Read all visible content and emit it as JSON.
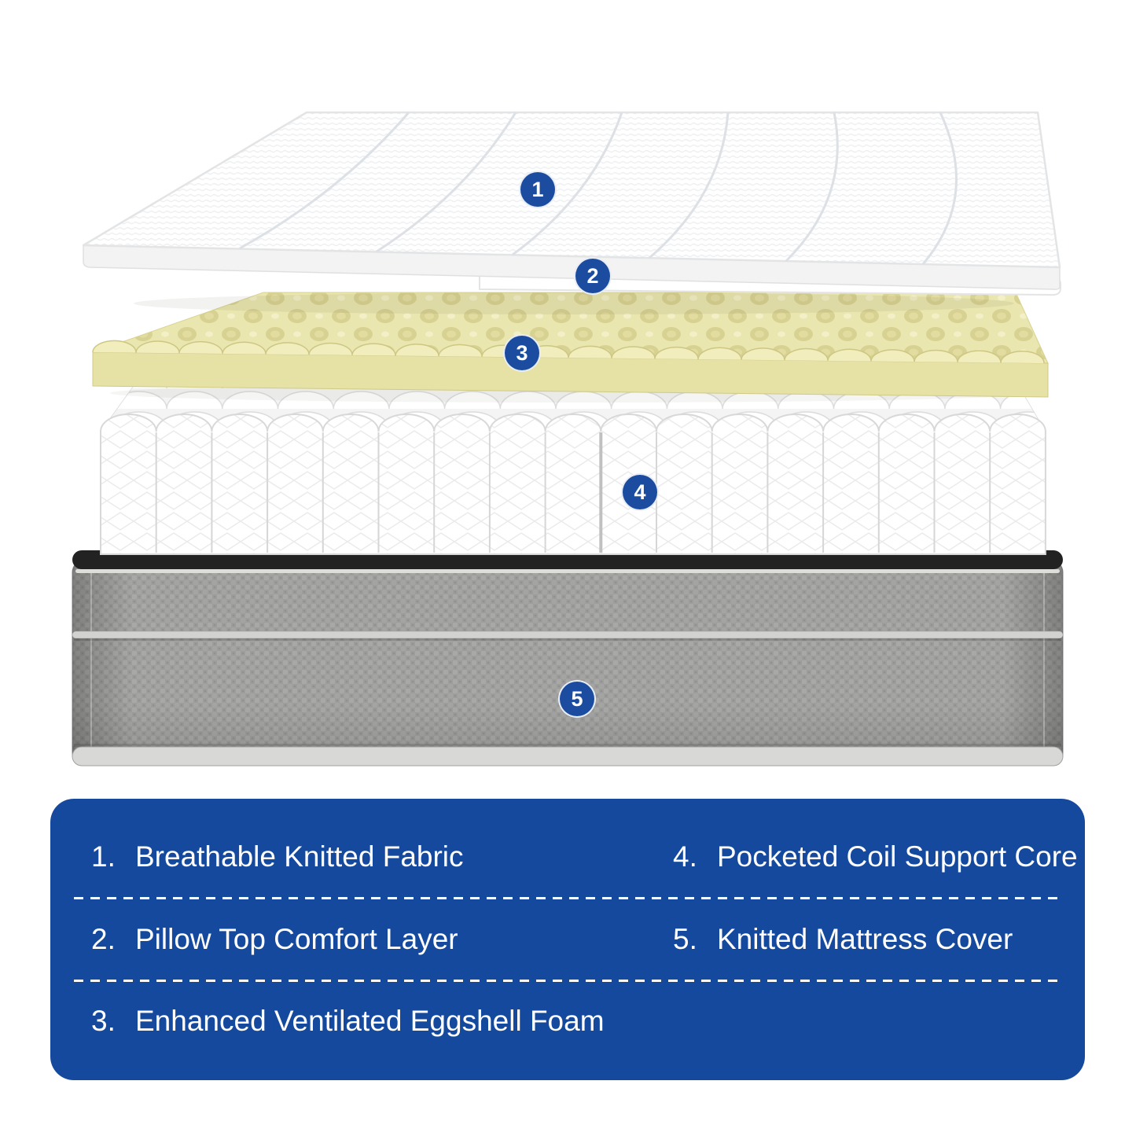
{
  "badges": [
    "1",
    "2",
    "3",
    "4",
    "5"
  ],
  "legend": {
    "items": [
      {
        "num": "1.",
        "label": "Breathable Knitted Fabric"
      },
      {
        "num": "2.",
        "label": "Pillow Top Comfort Layer"
      },
      {
        "num": "3.",
        "label": "Enhanced Ventilated Eggshell Foam"
      },
      {
        "num": "4.",
        "label": "Pocketed Coil Support Core"
      },
      {
        "num": "5.",
        "label": "Knitted Mattress Cover"
      }
    ]
  },
  "colors": {
    "badge_blue": "#1b4c9f",
    "legend_blue": "#14499e",
    "foam_yellow": "#eae6b0",
    "cover_gray": "#9d9d9b",
    "tape_black": "#222222",
    "text_white": "#ffffff"
  }
}
